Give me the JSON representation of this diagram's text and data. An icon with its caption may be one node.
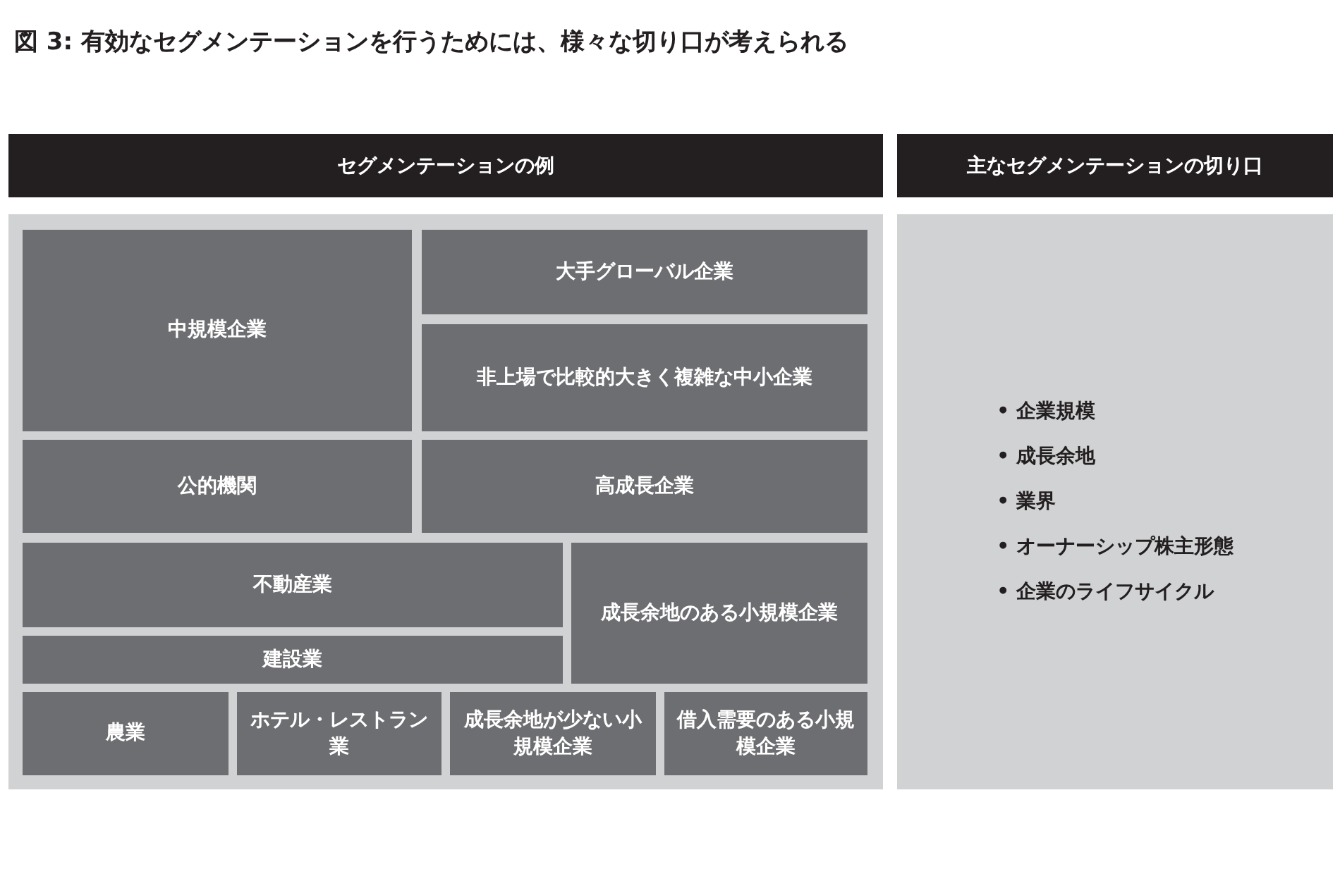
{
  "diagram": {
    "title": "図 3: 有効なセグメンテーションを行うためには、様々な切り口が考えられる",
    "nodes": [
      {
        "text": [
          "セグメンテーションの例"
        ]
      },
      {
        "text": [
          "主なセグメンテーションの切り口"
        ]
      },
      {
        "text": [],
        "shape": "box"
      },
      {
        "text": [
          "中規模企業"
        ],
        "in": 2
      },
      {
        "text": [
          "大手グローバル企業"
        ],
        "in": 2
      },
      {
        "text": [
          "非上場で比較的大きく複雑な中小企業"
        ],
        "in": 2
      },
      {
        "text": [
          "公的機関"
        ],
        "in": 2
      },
      {
        "text": [
          "高成長企業"
        ],
        "in": 2
      },
      {
        "text": [
          "不動産業"
        ],
        "in": 2
      },
      {
        "text": [
          "成長余地のある小規模企業"
        ],
        "in": 2
      },
      {
        "text": [
          "建設業"
        ],
        "in": 2
      },
      {
        "text": [
          "農業"
        ],
        "in": 2
      },
      {
        "text": [
          "ホテル・レストラン業"
        ],
        "in": 2
      },
      {
        "text": [
          "成長余地が少ない小規模企業"
        ],
        "in": 2
      },
      {
        "text": [
          "借入需要のある小規模企業"
        ],
        "in": 2
      },
      {
        "text": [
          "• 企業規模",
          "• 成長余地",
          "• 業界",
          "• オーナーシップ株主形態",
          "• 企業のライフサイクル"
        ]
      }
    ],
    "edges": []
  }
}
